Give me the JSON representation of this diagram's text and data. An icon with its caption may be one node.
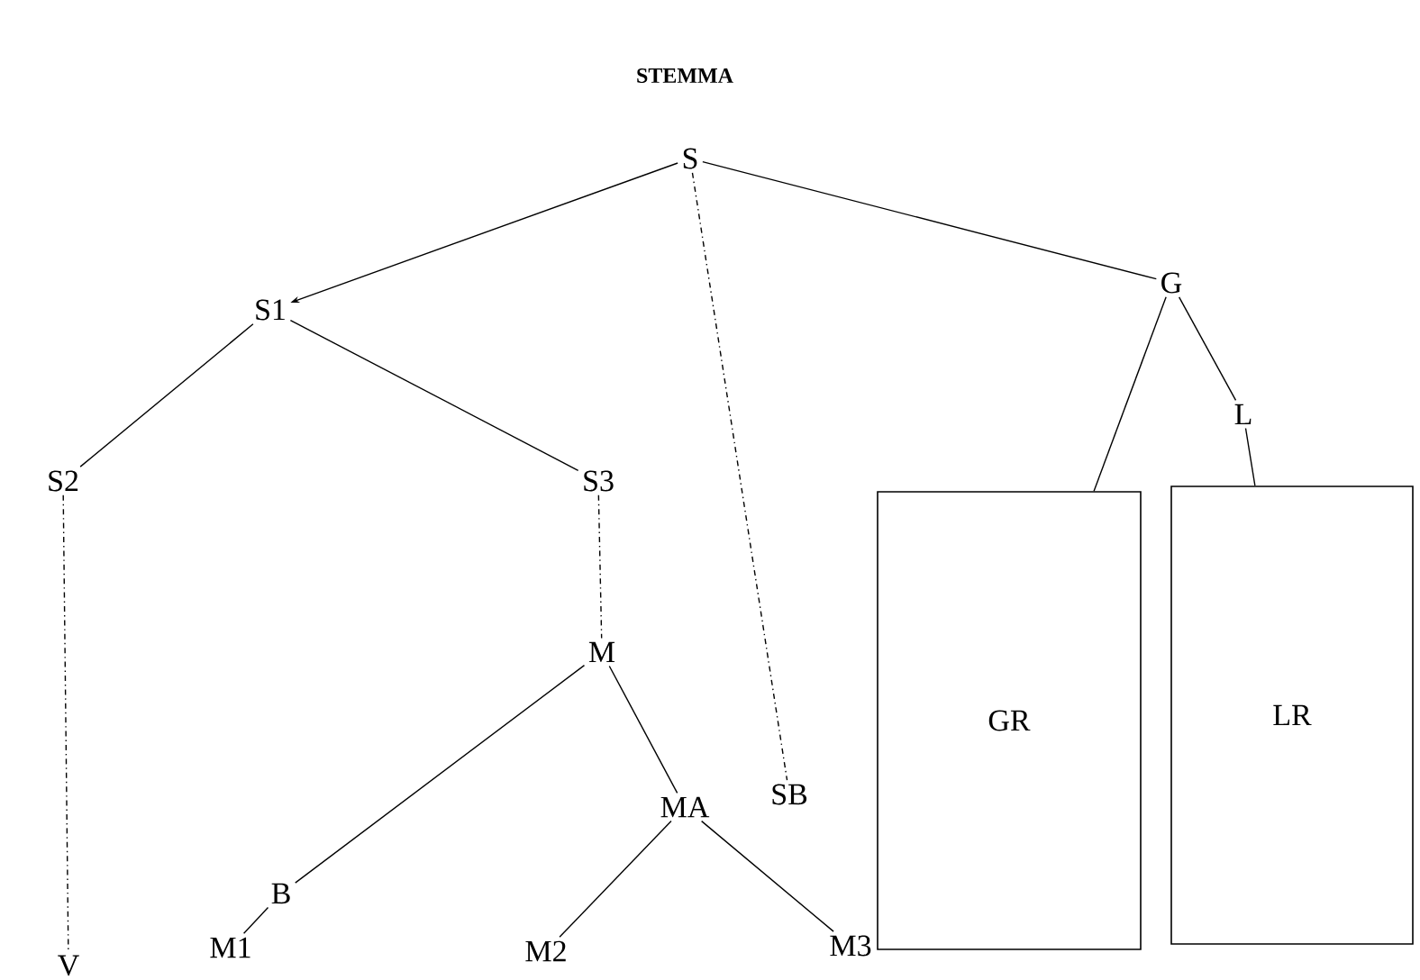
{
  "diagram": {
    "title": "STEMMA",
    "nodes": [
      {
        "text": [
          "S"
        ]
      },
      {
        "text": [
          "S1"
        ]
      },
      {
        "text": [
          "G"
        ]
      },
      {
        "text": [
          "L"
        ]
      },
      {
        "text": [
          "S2"
        ]
      },
      {
        "text": [
          "S3"
        ]
      },
      {
        "text": [
          "GR"
        ]
      },
      {
        "text": [
          "LR"
        ]
      },
      {
        "text": [
          "M"
        ]
      },
      {
        "text": [
          "MA"
        ]
      },
      {
        "text": [
          "SB"
        ]
      },
      {
        "text": [
          "B"
        ]
      },
      {
        "text": [
          "M1"
        ]
      },
      {
        "text": [
          "V"
        ]
      },
      {
        "text": [
          "M2"
        ]
      },
      {
        "text": [
          "M3"
        ]
      }
    ],
    "edges": [
      {
        "from": 0,
        "to": 1,
        "arrow": "to"
      },
      {
        "from": 0,
        "to": 10,
        "arrow": "none",
        "style": "dashed"
      },
      {
        "from": 0,
        "to": 2,
        "arrow": "none"
      },
      {
        "from": 1,
        "to": 4,
        "arrow": "none"
      },
      {
        "from": 1,
        "to": 5,
        "arrow": "none"
      },
      {
        "from": 4,
        "to": 13,
        "arrow": "none",
        "style": "dashed"
      },
      {
        "from": 5,
        "to": 8,
        "arrow": "none",
        "style": "dashed"
      },
      {
        "from": 8,
        "to": 11,
        "arrow": "none"
      },
      {
        "from": 8,
        "to": 9,
        "arrow": "none"
      },
      {
        "from": 11,
        "to": 12,
        "arrow": "none"
      },
      {
        "from": 9,
        "to": 14,
        "arrow": "none"
      },
      {
        "from": 9,
        "to": 15,
        "arrow": "none"
      },
      {
        "from": 2,
        "to": 6,
        "arrow": "none"
      },
      {
        "from": 2,
        "to": 3,
        "arrow": "none"
      },
      {
        "from": 3,
        "to": 7,
        "arrow": "none"
      }
    ]
  }
}
